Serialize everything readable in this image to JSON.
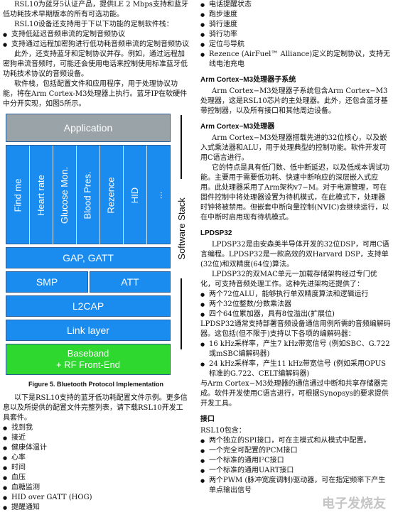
{
  "left": {
    "intro1": "RSL10为蓝牙5认证产品，提供LE 2 Mbps支持和蓝牙低功耗技术早期版本的所有可选功能。",
    "intro2": "RSL10设备还支持用于下以下功能的定制软件栈：",
    "intro_list": [
      "支持低延迟音频串流的定制音频协议",
      "支持通过远程加密狗进行低功耗音频串流的定制音频协议"
    ],
    "para1": "此外，还支持蓝牙和定制协议并存。例如，通过远程加密狗串流音频时，可能还会使用电话来控制使用标准蓝牙低功耗技术协议的音频设备。",
    "para2": "软件栈，包括配置文件和应用程序，用于处理协议功能，将在Arm Cortex-M3处理器上执行。蓝牙IP在软硬件中分开实现，如图5所示。",
    "diagram": {
      "application": "Application",
      "profiles": [
        "Find me",
        "Heart rate",
        "Glucose Mon.",
        "Blood Pres.",
        "Rezence",
        "HID",
        "..."
      ],
      "gap_gatt": "GAP, GATT",
      "smp": "SMP",
      "att": "ATT",
      "l2cap": "L2CAP",
      "link_layer": "Link layer",
      "baseband_line1": "Baseband",
      "baseband_line2": "+ RF Front-End",
      "software_stack": "Software Stack"
    },
    "caption": "Figure 5. Bluetooth Protocol Implementation",
    "para3": "以下是RSL10支持的蓝牙低功耗配置文件示例。更多信息以及所提供的配置文件完整列表，请下载RSL10开发工具套件。",
    "profiles_list": [
      "找到我",
      "接近",
      "健康体温计",
      "心率",
      "时间",
      "血压",
      "血糖监测",
      "HID over GATT (HOG)",
      "提醒通知"
    ]
  },
  "right": {
    "top_list": [
      "电话提醒状态",
      "跑步速度",
      "骑行速度",
      "骑行功率",
      "定位与导航",
      "Rezence (AirFuel™ Alliance)定义的定制协议，支持无线电池充电"
    ],
    "h_sub": "Arm Cortex−M3处理器子系统",
    "p_sub": "Arm Cortex−M3处理器子系统包含Arm Cortex−M3处理器，这是RSL10芯片的主处理器。此外，还包含蓝牙基带控制器，以及所有接口和其他周边设备。",
    "h_cpu": "Arm Cortex−M3处理器",
    "p_cpu1": "Arm Cortex−M3处理器搭载先进的32位核心，以及嵌入式乘法器和ALU，用于处理典型的控制功能。软件开发可用C语言进行。",
    "p_cpu2": "它的特点是具有低门数、低中断延迟，以及低成本调试功能。主要用于需要低功耗、快速中断响应的深层嵌入式应用。此处理器采用了Arm架构v7−M。对于电源管理，可在固件控制中将处理器设置为待机模式，在此模式下，处理器时钟将被禁用。但嵌套中断向量控制(NVIC)会继续运行，以在中断时启用现有待机模式。",
    "h_dsp": "LPDSP32",
    "p_dsp1": "LPDSP32是由安森美半导体开发的32位DSP，可用C语言编程。LPDSP32是一款高效的双Harvard DSP，支持单(32位)和双精度(64位)算法。",
    "p_dsp2": "LPDSP32的双MAC单元一加载存储架构经过专门优化，可支持音频处理工作。这种先进架构还提供了：",
    "dsp_list": [
      "两个72位ALU，能够执行单双精度算法和逻辑运行",
      "两个32位整数/分数乘法器",
      "四个64位累加器，具有8位溢出(扩展位)"
    ],
    "p_dsp3": "LPDSP32通常支持部署音频设备通信用例所需的音频编解码器。这包括(但不限于)支持以下各项的编解码器：",
    "codec_list": [
      "16 kHz采样率，产生7 kHz带宽信号 (例如SBC、G.722或mSBC编解码器)",
      "24 kHz采样率，产生11 kHz带宽信号 (例如采用OPUS标准的G.722、CELT编解码器)"
    ],
    "p_dsp4": "与Arm Cortex−M3处理器的通信通过中断和共享存储器完成。软件开发使用C语言进行，可根据Synopsys的要求提供开发工具。",
    "h_if": "接口",
    "p_if": "RSL10包含：",
    "if_list": [
      "两个独立的SPI接口，可在主模式和从模式中配置。",
      "一个完全可配置的PCM接口",
      "一个标准的通用I²C接口",
      "一个标准的通用UART接口",
      "两个PWM (脉冲宽度调制)驱动器，可在指定频率下产生单点输出信号"
    ]
  },
  "watermark": "电子发烧友"
}
